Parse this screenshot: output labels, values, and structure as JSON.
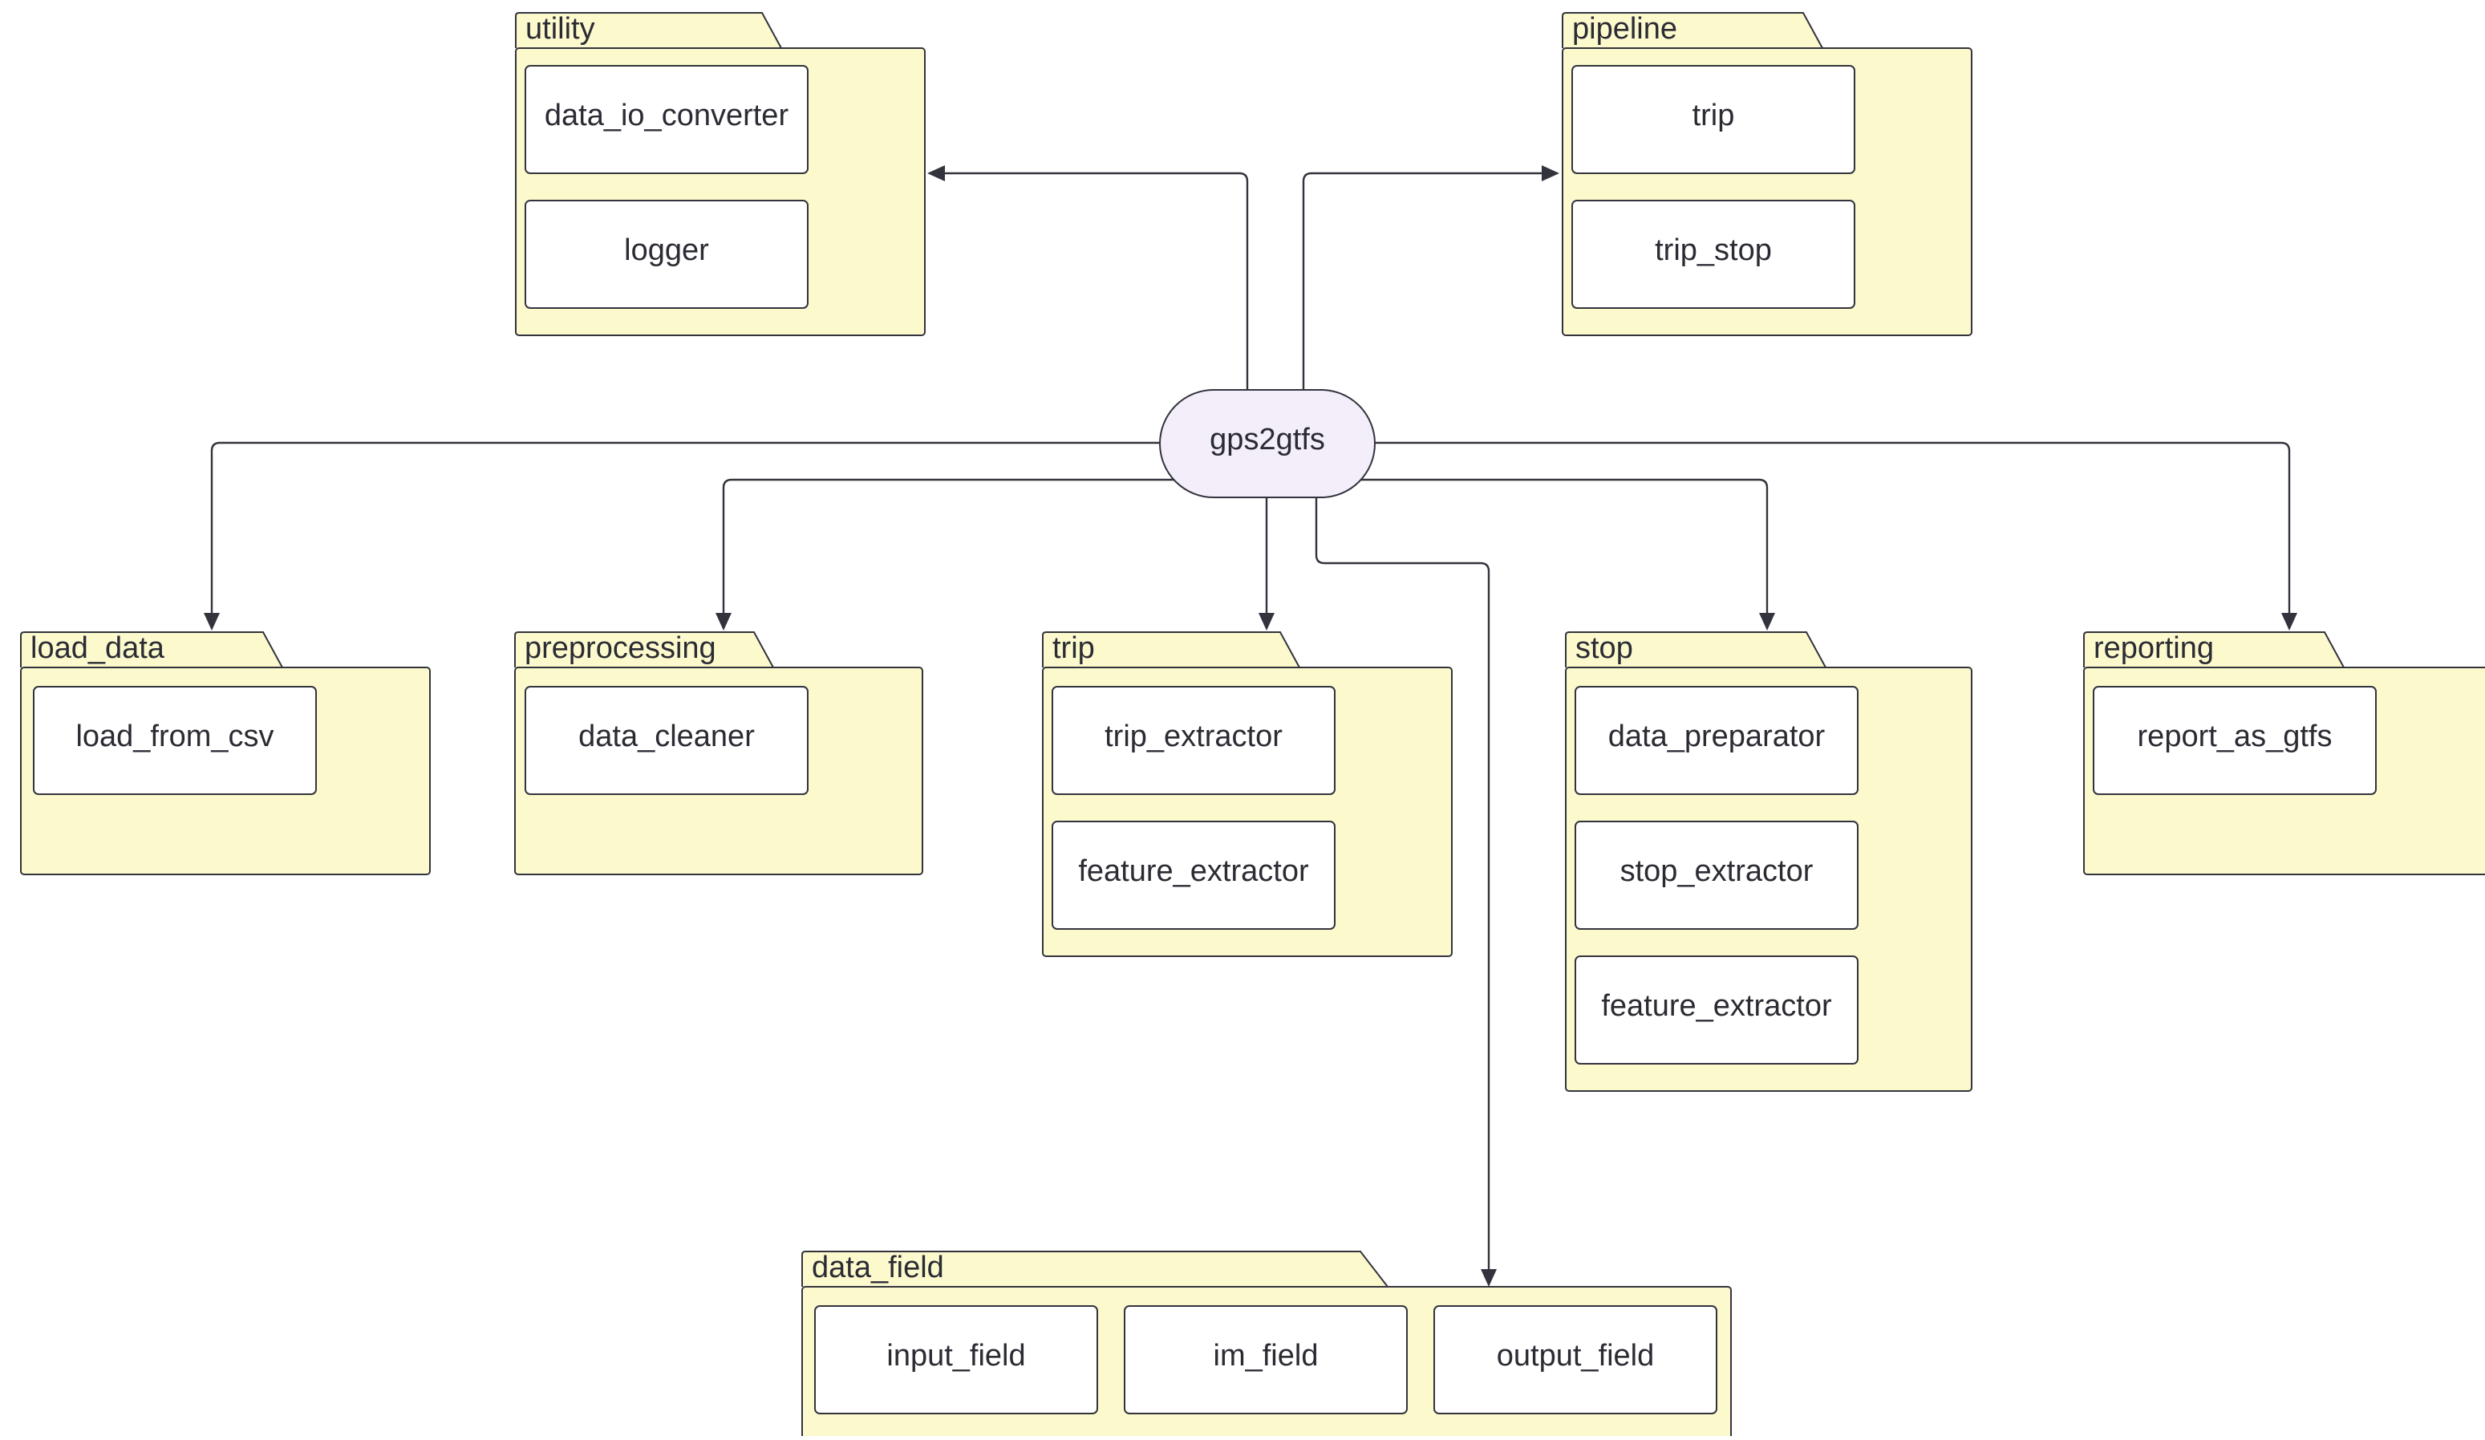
{
  "diagram": {
    "root": {
      "label": "gps2gtfs"
    },
    "packages": {
      "utility": {
        "title": "utility",
        "modules": [
          "data_io_converter",
          "logger"
        ]
      },
      "pipeline": {
        "title": "pipeline",
        "modules": [
          "trip",
          "trip_stop"
        ]
      },
      "load_data": {
        "title": "load_data",
        "modules": [
          "load_from_csv"
        ]
      },
      "preprocessing": {
        "title": "preprocessing",
        "modules": [
          "data_cleaner"
        ]
      },
      "trip": {
        "title": "trip",
        "modules": [
          "trip_extractor",
          "feature_extractor"
        ]
      },
      "stop": {
        "title": "stop",
        "modules": [
          "data_preparator",
          "stop_extractor",
          "feature_extractor"
        ]
      },
      "reporting": {
        "title": "reporting",
        "modules": [
          "report_as_gtfs"
        ]
      },
      "data_field": {
        "title": "data_field",
        "modules": [
          "input_field",
          "im_field",
          "output_field"
        ]
      }
    },
    "edges": [
      {
        "from": "gps2gtfs",
        "to": "utility"
      },
      {
        "from": "gps2gtfs",
        "to": "pipeline"
      },
      {
        "from": "gps2gtfs",
        "to": "load_data"
      },
      {
        "from": "gps2gtfs",
        "to": "preprocessing"
      },
      {
        "from": "gps2gtfs",
        "to": "trip"
      },
      {
        "from": "gps2gtfs",
        "to": "data_field"
      },
      {
        "from": "gps2gtfs",
        "to": "stop"
      },
      {
        "from": "gps2gtfs",
        "to": "reporting"
      }
    ],
    "colors": {
      "package_fill": "#fcfacd",
      "module_fill": "#ffffff",
      "root_fill": "#f4eefb",
      "stroke": "#33333d",
      "text": "#2b2b34"
    }
  }
}
